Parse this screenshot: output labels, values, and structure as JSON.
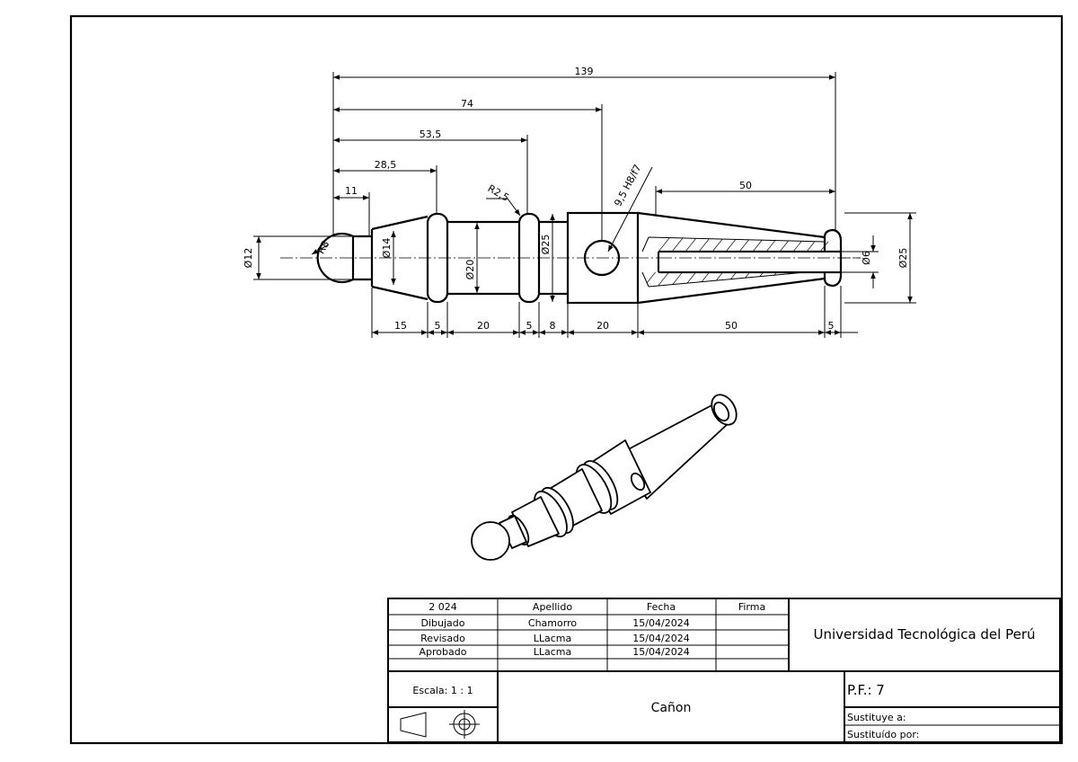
{
  "drawing": {
    "dimensions": {
      "overall": "139",
      "d74": "74",
      "d53_5": "53,5",
      "d28_5": "28,5",
      "d11": "11",
      "r2_5": "R2,5",
      "hole_fit": "9,5 H8/f7",
      "d50_top": "50",
      "dia12": "Ø12",
      "r8": "R8",
      "dia14": "Ø14",
      "dia20": "Ø20",
      "dia25_mid": "Ø25",
      "dia6": "Ø6",
      "dia25_right": "Ø25",
      "bottom_chain": [
        "15",
        "5",
        "20",
        "5",
        "8",
        "20",
        "50",
        "5"
      ]
    }
  },
  "title_block": {
    "year": "2 024",
    "col_apellido": "Apellido",
    "col_fecha": "Fecha",
    "col_firma": "Firma",
    "rows": [
      {
        "role": "Dibujado",
        "name": "Chamorro",
        "date": "15/04/2024"
      },
      {
        "role": "Revisado",
        "name": "LLacma",
        "date": "15/04/2024"
      },
      {
        "role": "Aprobado",
        "name": "LLacma",
        "date": "15/04/2024"
      }
    ],
    "institution": "Universidad Tecnológica del Perú",
    "scale": "Escala: 1 : 1",
    "part_name": "Cañon",
    "pf": "P.F.: 7",
    "sustituye": "Sustituye a:",
    "sustituido": "Sustituído por:"
  }
}
